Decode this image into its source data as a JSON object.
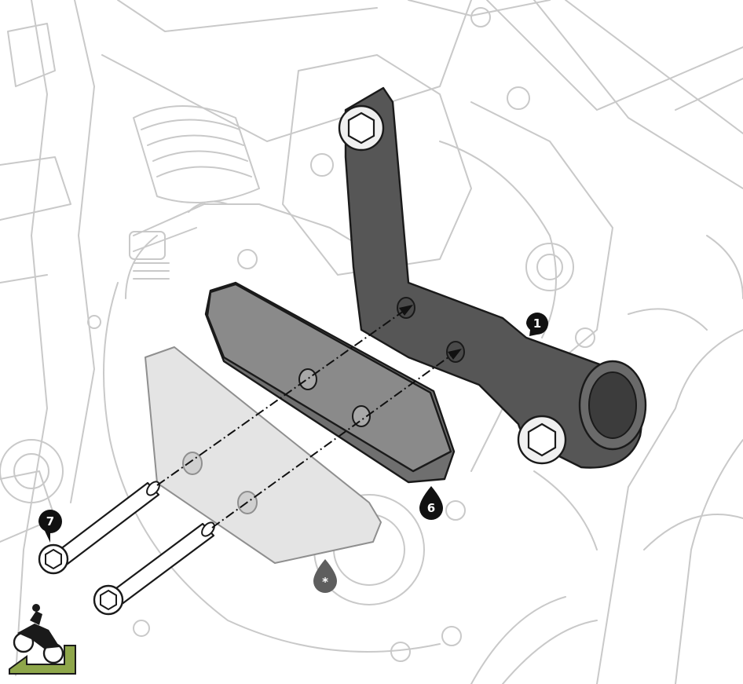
{
  "callouts": [
    {
      "id": "bracket",
      "label": "1"
    },
    {
      "id": "slider",
      "label": "6"
    },
    {
      "id": "bolt",
      "label": "7"
    },
    {
      "id": "cover",
      "label": "*"
    }
  ],
  "icons": {
    "workshop": "motorcycle-rider-icon"
  },
  "colors": {
    "bracket_fill": "#565656",
    "slider_fill": "#8a8a8a",
    "cover_fill": "#e4e4e4",
    "callout_black": "#111111",
    "callout_grey": "#5e5e5e",
    "icon_green": "#8ea64a"
  }
}
